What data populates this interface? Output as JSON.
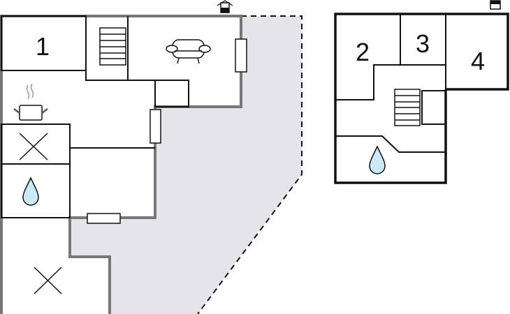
{
  "rooms": {
    "r1": "1",
    "r2": "2",
    "r3": "3",
    "r4": "4"
  },
  "colors": {
    "terrace": "#e4e4ea",
    "water": "#c9eaf4",
    "wall_outer": "#777777",
    "wall": "#111111"
  },
  "icons": [
    "entrance-icon",
    "stairs-icon",
    "sofa-icon",
    "cooking-pot-icon",
    "bedroom-x-icon",
    "water-drop-icon"
  ]
}
